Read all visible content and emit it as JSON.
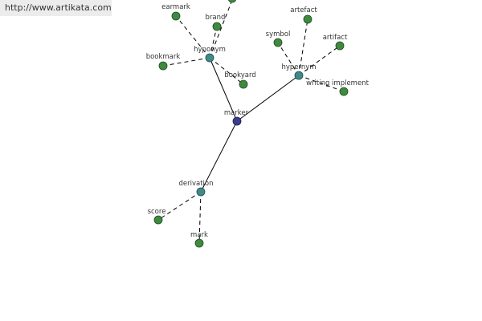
{
  "url_text": "http://www.artikata.com",
  "colors": {
    "center": "#3a3d8a",
    "hub": "#3f8a8a",
    "leaf": "#3f8a3f",
    "edge": "#000000"
  },
  "nodes": {
    "marker": "marker",
    "hyponym": "hyponym",
    "hypernym": "hypernym",
    "derivation": "derivation",
    "earmark": "earmark",
    "brand": "brand",
    "bookmark": "bookmark",
    "bookyard": "bookyard",
    "symbol": "symbol",
    "artefact": "artefact",
    "artifact": "artifact",
    "writing_implement": "writing implement",
    "score": "score",
    "mark": "mark"
  }
}
